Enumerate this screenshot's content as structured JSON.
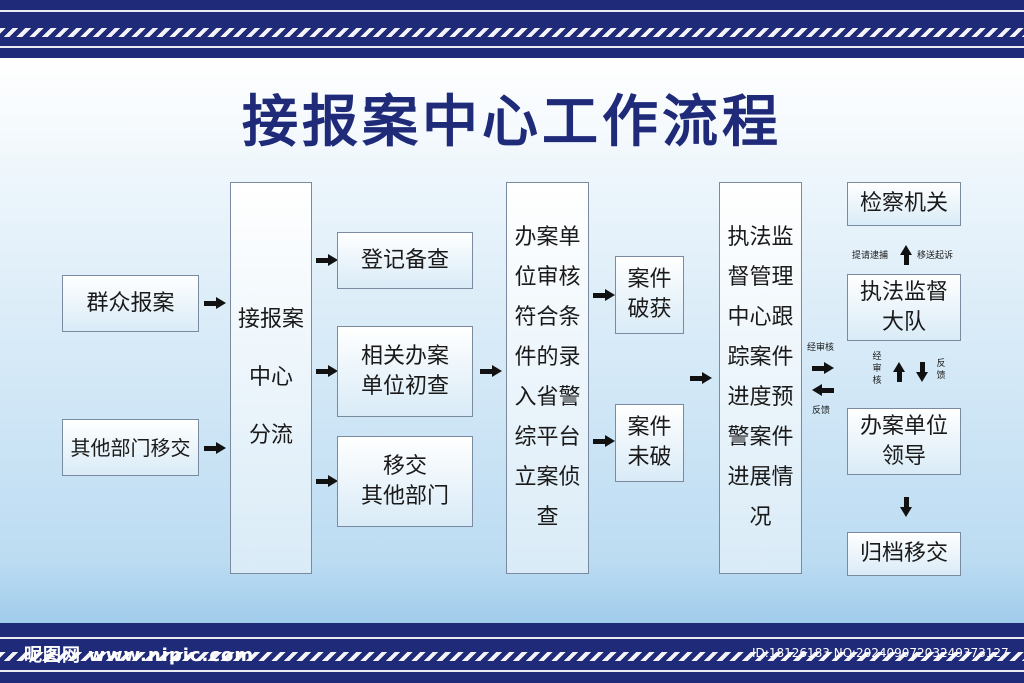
{
  "title": "接报案中心工作流程",
  "boxes": {
    "public_report": "群众报案",
    "other_dept_transfer": "其他部门移交",
    "reception_center": "接报案\n中心\n分流",
    "register": "登记备查",
    "preliminary_check": "相关办案\n单位初查",
    "transfer_other": "移交\n其他部门",
    "case_filing": "办案单\n位审核\n符合条\n件的录\n入省警\n综平台\n立案侦\n查",
    "solved": "案件\n破获",
    "unsolved": "案件\n未破",
    "supervision_center": "执法监\n督管理\n中心跟\n踪案件\n进度预\n警案件\n进展情\n况",
    "procuratorate": "检察机关",
    "supervision_team": "执法监督\n大队",
    "unit_leader": "办案单位\n领导",
    "archive": "归档移交"
  },
  "labels": {
    "arrest_request": "提请逮捕",
    "prosecution": "移送起诉",
    "after_review_horizontal": "经审核",
    "feedback_horizontal": "反馈",
    "after_review_vertical": "经审核",
    "feedback_vertical": "反馈"
  },
  "watermark": {
    "site": "昵图网 www.nipic.com",
    "id": "ID:18126183 NO:20240907203249373127"
  },
  "colors": {
    "band": "#1f2a78",
    "title": "#1f2a78",
    "box_border": "#7a8ba0"
  }
}
